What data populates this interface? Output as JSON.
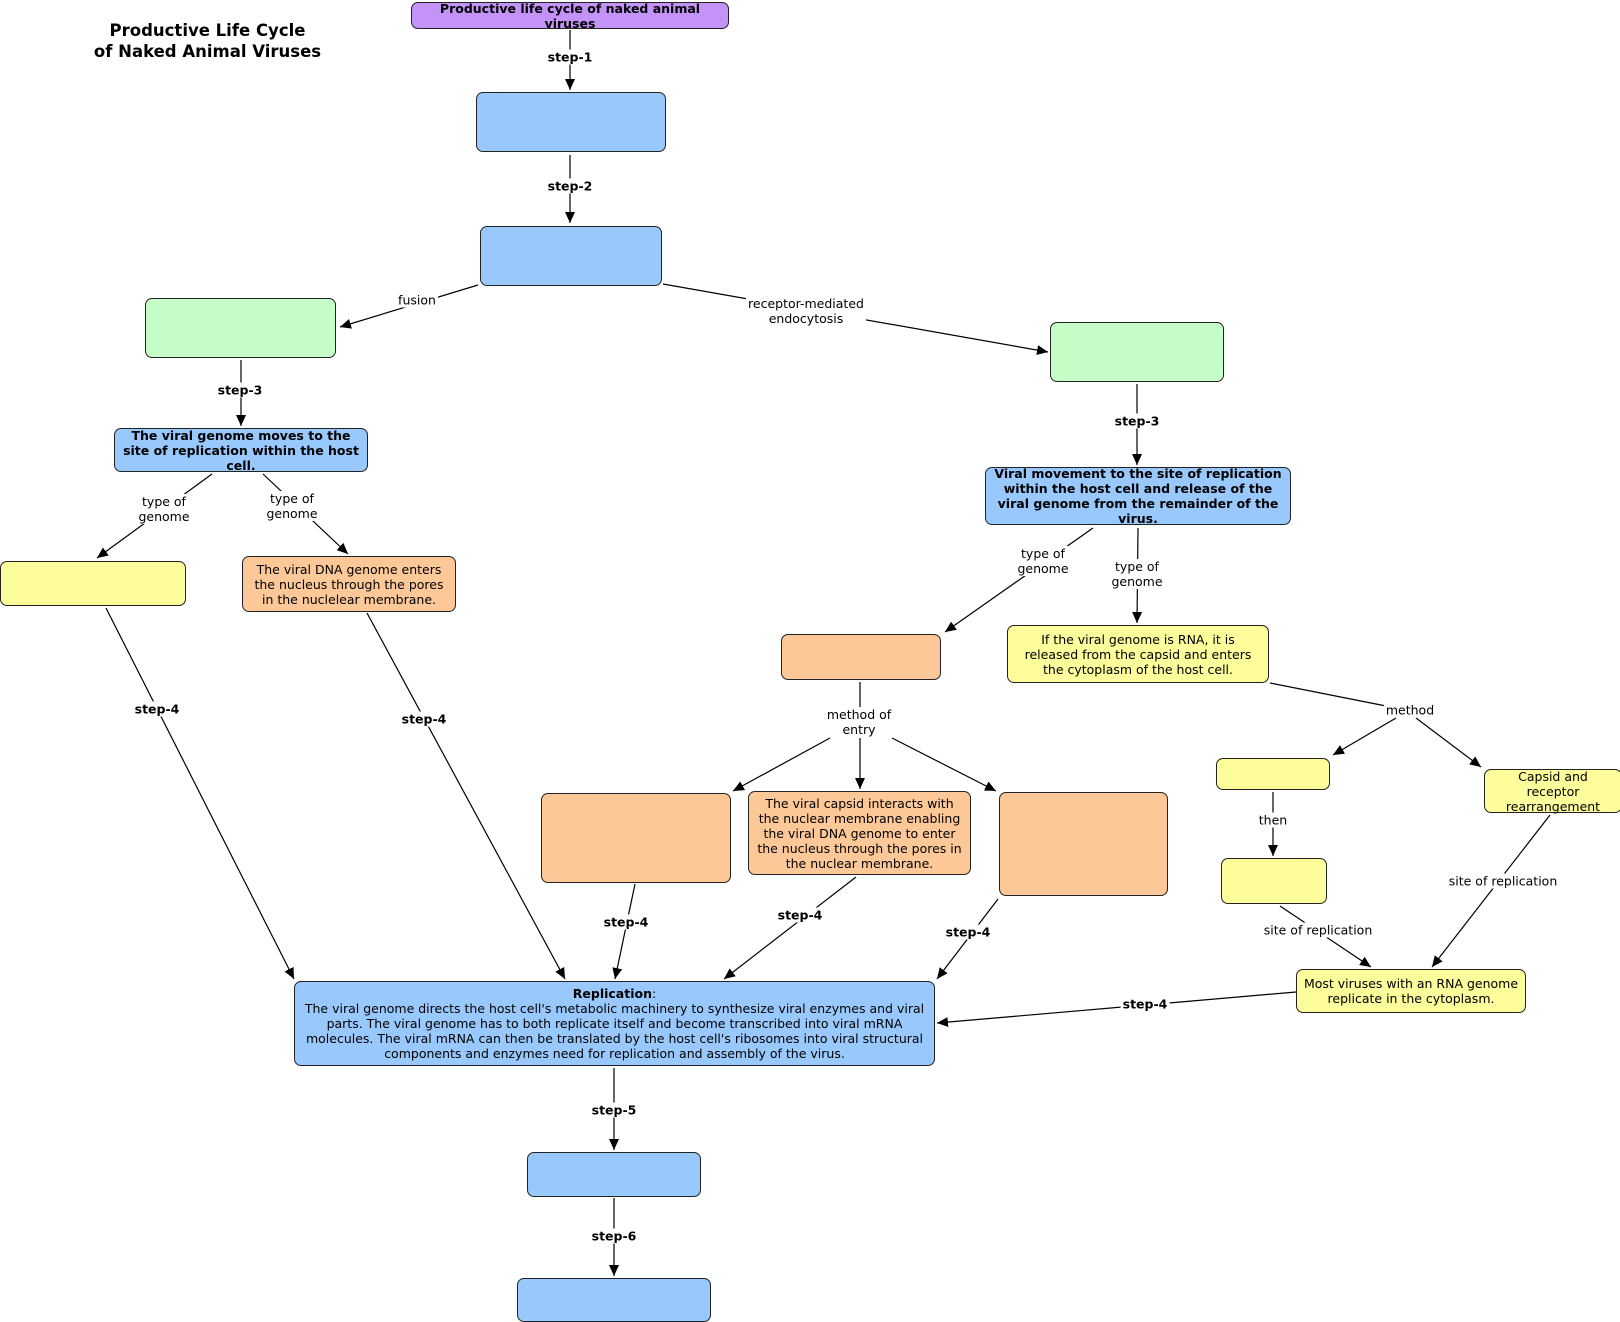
{
  "title": {
    "line1": "Productive Life Cycle",
    "line2": "of Naked Animal Viruses"
  },
  "nodes": {
    "root": "Productive life cycle of naked animal viruses",
    "attachment": "",
    "penetration": "",
    "fusion_result": "",
    "endocytosis_result": "",
    "genome_moves": "The viral genome moves to the site of replication within the host cell.",
    "viral_movement": "Viral movement to the site of replication within the host cell and release of the viral genome from the remainder of the virus.",
    "left_yellow": "",
    "dna_enters_nucleus": "The viral DNA genome enters the nucleus through the pores in the nuclelear membrane.",
    "dna_genome_box": "",
    "rna_released": "If the viral genome is RNA, it is released from the capsid and enters the cytoplasm of the host cell.",
    "entry_left": "",
    "capsid_interacts": "The viral capsid interacts with the nuclear membrane enabling the viral DNA genome to enter the nucleus through the pores in the nuclear membrane.",
    "entry_right": "",
    "method_first": "",
    "method_then": "",
    "capsid_receptor": "Capsid and receptor rearrangement",
    "rna_cytoplasm": "Most viruses with an RNA genome replicate in the cytoplasm.",
    "replication_head": "Replication",
    "replication_colon": ":",
    "replication_body": "The viral genome directs the host cell's metabolic machinery to synthesize viral enzymes and viral parts. The viral genome has to both replicate itself and become transcribed into viral mRNA molecules. The viral mRNA can then be translated by the host cell's ribosomes into viral structural components and enzymes need for replication and assembly of the virus.",
    "assembly": "",
    "release": ""
  },
  "labels": {
    "step1": "step-1",
    "step2": "step-2",
    "fusion": "fusion",
    "rme1": "receptor-mediated",
    "rme2": "endocytosis",
    "step3_left": "step-3",
    "step3_right": "step-3",
    "tog_a1": "type of",
    "tog_a2": "genome",
    "tog_b1": "type of",
    "tog_b2": "genome",
    "tog_c1": "type of",
    "tog_c2": "genome",
    "tog_d1": "type of",
    "tog_d2": "genome",
    "moe1": "method of",
    "moe2": "entry",
    "method": "method",
    "then": "then",
    "sor1": "site of replication",
    "sor2": "site of replication",
    "step4_a": "step-4",
    "step4_b": "step-4",
    "step4_c": "step-4",
    "step4_d": "step-4",
    "step4_e": "step-4",
    "step4_f": "step-4",
    "step5": "step-5",
    "step6": "step-6"
  },
  "colors": {
    "purple": "#c393f9",
    "blue": "#99c8fc",
    "green": "#c5fdc7",
    "yellow": "#fdfd9b",
    "orange": "#fdc897"
  }
}
